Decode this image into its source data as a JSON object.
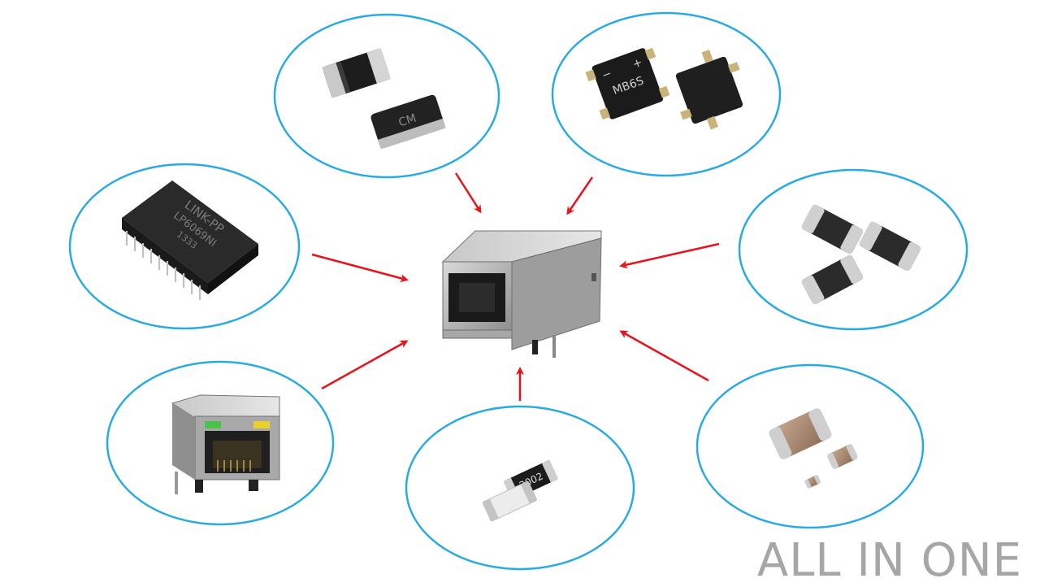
{
  "tagline": "ALL IN ONE",
  "colors": {
    "ellipse_stroke": "#29abe2",
    "arrow": "#e8141b",
    "tagline": "#a6a6a6"
  },
  "components": [
    {
      "id": "smd-diode",
      "label": "CM"
    },
    {
      "id": "bridge-rectifier",
      "label": "MB6S",
      "marks": [
        "−",
        "+"
      ]
    },
    {
      "id": "lan-transformer",
      "label": "LINK-PP",
      "label2": "LP6069NI",
      "label3": "1333"
    },
    {
      "id": "chip-inductor"
    },
    {
      "id": "rj45-connector-with-leds"
    },
    {
      "id": "chip-resistor",
      "label": "2002"
    },
    {
      "id": "ceramic-capacitor"
    }
  ],
  "center": {
    "id": "rj45-integrated-jack"
  }
}
